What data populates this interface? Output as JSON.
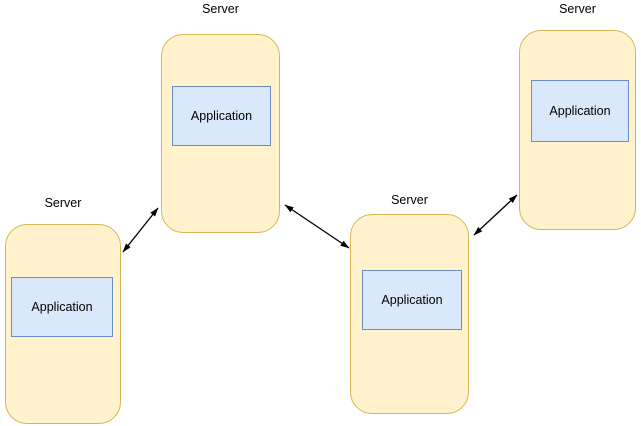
{
  "diagram": {
    "type": "network-topology",
    "colors": {
      "node_fill": "#FFF2CC",
      "node_border": "#D6B656",
      "app_fill": "#DAE8FC",
      "app_border": "#6C8EBF",
      "connector_color": "#000000",
      "text_color": "#000000",
      "background_color": "#FFFFFF"
    },
    "nodes": [
      {
        "id": "server-top-middle",
        "label": "Server",
        "app_label": "Application"
      },
      {
        "id": "server-left",
        "label": "Server",
        "app_label": "Application"
      },
      {
        "id": "server-middle-right",
        "label": "Server",
        "app_label": "Application"
      },
      {
        "id": "server-top-right",
        "label": "Server",
        "app_label": "Application"
      }
    ],
    "edges": [
      {
        "from": "server-left",
        "to": "server-top-middle",
        "direction": "bidirectional"
      },
      {
        "from": "server-top-middle",
        "to": "server-middle-right",
        "direction": "bidirectional"
      },
      {
        "from": "server-middle-right",
        "to": "server-top-right",
        "direction": "bidirectional"
      }
    ]
  }
}
